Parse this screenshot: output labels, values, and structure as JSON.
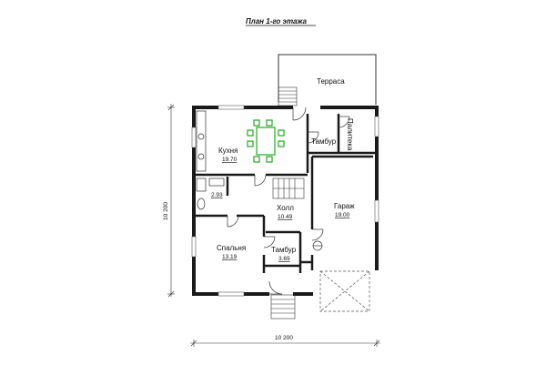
{
  "title": "План 1-го этажа",
  "dimensions": {
    "horizontal": "10 200",
    "vertical": "10 200"
  },
  "rooms": {
    "terrace": {
      "name": "Терраса"
    },
    "kitchen": {
      "name": "Кухня",
      "area": "19.70"
    },
    "vestibule_top": {
      "name": "Тамбур"
    },
    "pantry": {
      "name": "Палитека"
    },
    "bathroom": {
      "area": "2.93"
    },
    "hall": {
      "name": "Холл",
      "area": "10.49"
    },
    "garage": {
      "name": "Гараж",
      "area": "19.00"
    },
    "bedroom": {
      "name": "Спальня",
      "area": "13.19"
    },
    "vestibule_bottom": {
      "name": "Тамбур",
      "area": "3.69"
    }
  },
  "colors": {
    "wall": "#1a1a1a",
    "furniture": "#22aa22",
    "line": "#333333"
  }
}
